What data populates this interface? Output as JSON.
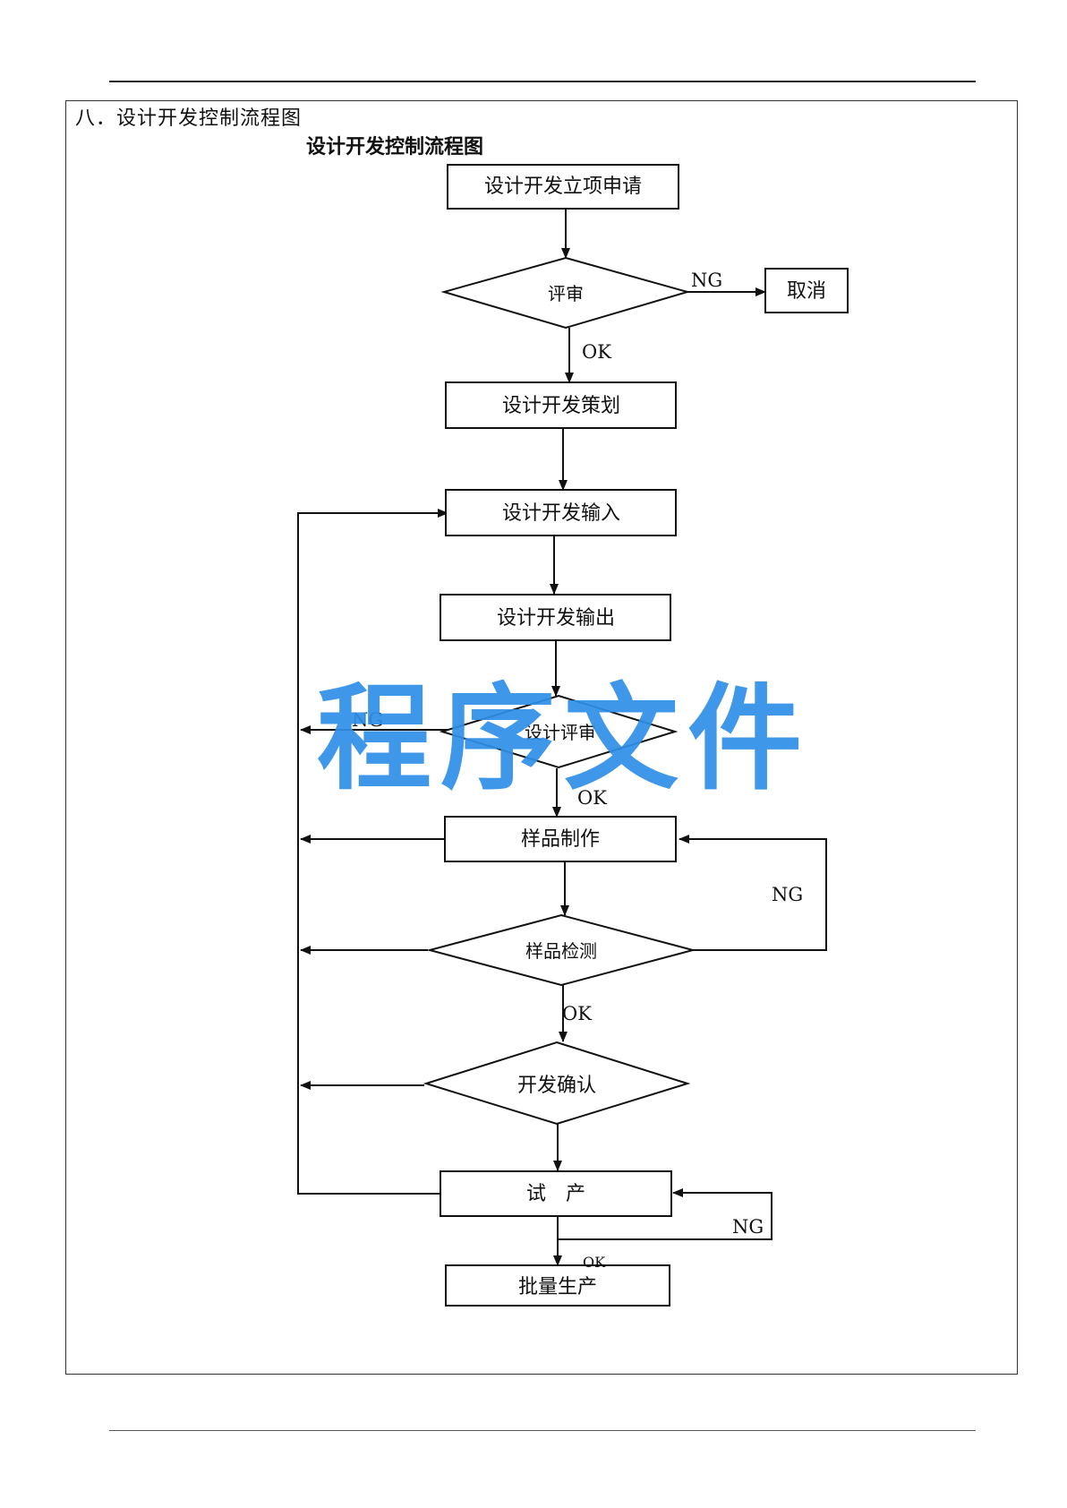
{
  "section_heading": "八．设计开发控制流程图",
  "diagram": {
    "title": "设计开发控制流程图",
    "nodes": {
      "apply": "设计开发立项申请",
      "review": "评审",
      "cancel": "取消",
      "planning": "设计开发策划",
      "input": "设计开发输入",
      "output": "设计开发输出",
      "design_review": "设计评审",
      "sample_make": "样品制作",
      "sample_test": "样品检测",
      "dev_confirm": "开发确认",
      "trial": "试　产",
      "mass": "批量生产"
    },
    "edge_labels": {
      "review_ng": "NG",
      "review_ok": "OK",
      "design_review_ng": "NG",
      "design_review_ok": "OK",
      "sample_test_ng": "NG",
      "sample_test_ok": "OK",
      "trial_ng": "NG",
      "trial_ok": "OK"
    }
  },
  "watermark": "程序文件"
}
